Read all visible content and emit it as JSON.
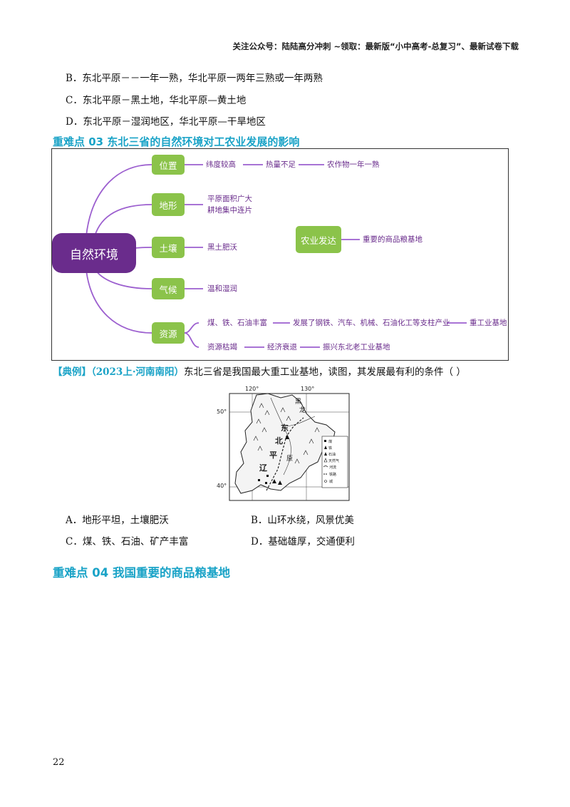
{
  "header": {
    "note": "关注公众号：陆陆高分冲刺 ~领取：最新版“小中高考-总复习”、最新试卷下载"
  },
  "prev_options": [
    "B．东北平原－－一年一熟，华北平原一两年三熟或一年两熟",
    "C．东北平原－黑土地，华北平原—黄土地",
    "D．东北平原－湿润地区，华北平原—干旱地区"
  ],
  "section3": {
    "title": "重难点 03  东北三省的自然环境对工农业发展的影响"
  },
  "mindmap": {
    "root": "自然环境",
    "branches": [
      {
        "label": "位置",
        "leaves": [
          "纬度较高",
          "热量不足",
          "农作物一年一熟"
        ]
      },
      {
        "label": "地形",
        "leaves": [
          "平原面积广大",
          "耕地集中连片"
        ]
      },
      {
        "label": "土壤",
        "leaves": [
          "黑土肥沃"
        ]
      },
      {
        "label": "气候",
        "leaves": [
          "温和湿润"
        ]
      },
      {
        "label": "资源",
        "leaves": [
          "煤、铁、石油丰富",
          "发展了钢铁、汽车、机械、石油化工等支柱产业",
          "重工业基地",
          "资源枯竭",
          "经济衰退",
          "振兴东北老工业基地"
        ]
      }
    ],
    "agri": {
      "label": "农业发达",
      "result": "重要的商品粮基地"
    }
  },
  "example": {
    "tag": "【典例】",
    "source": "（2023上·河南南阳）",
    "question": "东北三省是我国最大重工业基地，读图，其发展最有利的条件（    ）"
  },
  "map": {
    "lon_labels": [
      "120°",
      "130°"
    ],
    "lat_labels": [
      "50°",
      "40°"
    ],
    "place_chars": [
      "黑",
      "龙",
      "东",
      "北",
      "平",
      "原",
      "辽"
    ],
    "legend": [
      "煤",
      "铁",
      "石油",
      "天然气",
      "河流",
      "铁路",
      "城"
    ]
  },
  "answers": {
    "A": "A．地形平坦，土壤肥沃",
    "B": "B．山环水绕，风景优美",
    "C": "C．煤、铁、石油、矿产丰富",
    "D": "D．基础雄厚，交通便利"
  },
  "section4": {
    "title": "重难点 04  我国重要的商品粮基地"
  },
  "page_number": "22"
}
